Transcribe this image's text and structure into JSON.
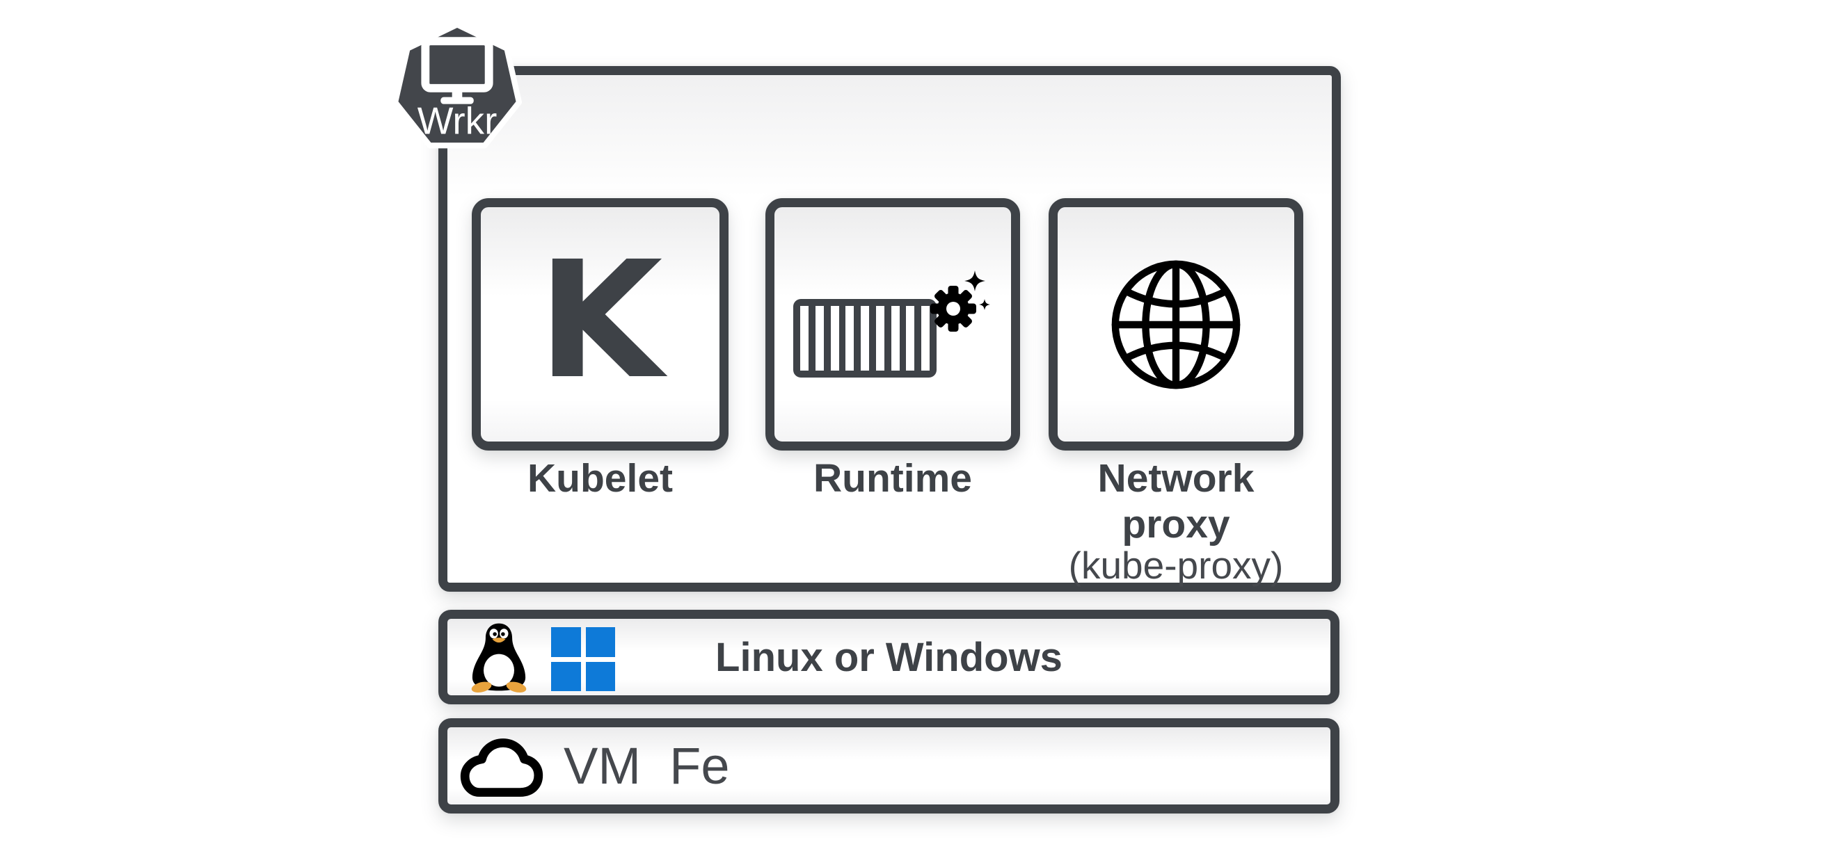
{
  "colors": {
    "outline_dark": "#3e4247",
    "badge_fill": "#43464b",
    "icon_black": "#000000",
    "windows_blue": "#0e7ad8",
    "tux_beak_orange": "#e8a33d",
    "background": "#ffffff"
  },
  "worker_node": {
    "badge": {
      "label": "Wrkr",
      "icon": "monitor-icon"
    },
    "components": [
      {
        "label": "Kubelet",
        "icon": "kubernetes-k-icon",
        "glyph": "K"
      },
      {
        "label": "Runtime",
        "icon": "container-runtime-gear-icon"
      },
      {
        "label": "Network proxy",
        "sublabel": "(kube-proxy)",
        "icon": "globe-icon"
      }
    ],
    "os_layer": {
      "label": "Linux or Windows",
      "icons": [
        "linux-tux-icon",
        "windows-logo-icon"
      ]
    },
    "infra_layer": {
      "label": "VM  Fe",
      "icon": "cloud-icon"
    }
  }
}
